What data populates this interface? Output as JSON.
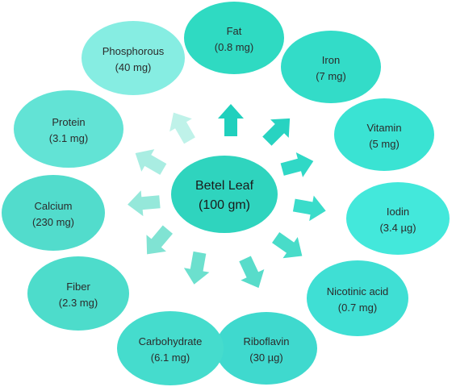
{
  "center": {
    "name": "Betel Leaf",
    "value": "(100 gm)",
    "color": "#2fd4be"
  },
  "nutrients": [
    {
      "name": "Fat",
      "value": "(0.8 mg)",
      "color": "#2fdac2"
    },
    {
      "name": "Iron",
      "value": "(7 mg)",
      "color": "#33dcc8"
    },
    {
      "name": "Vitamin",
      "value": "(5 mg)",
      "color": "#3ae3d3"
    },
    {
      "name": "Iodin",
      "value": "(3.4 µg)",
      "color": "#43e8db"
    },
    {
      "name": "Nicotinic acid",
      "value": "(0.7 mg)",
      "color": "#3fdfd4"
    },
    {
      "name": "Riboflavin",
      "value": "(30 µg)",
      "color": "#3fd9ce"
    },
    {
      "name": "Carbohydrate",
      "value": "(6.1 mg)",
      "color": "#45dccd"
    },
    {
      "name": "Fiber",
      "value": "(2.3 mg)",
      "color": "#4ddccb"
    },
    {
      "name": "Calcium",
      "value": "(230 mg)",
      "color": "#52dccc"
    },
    {
      "name": "Protein",
      "value": "(3.1 mg)",
      "color": "#62e3d5"
    },
    {
      "name": "Phosphorous",
      "value": "(40 mg)",
      "color": "#86ede2"
    }
  ],
  "arrow_colors": [
    "#20d0bd",
    "#28d3c1",
    "#30d8c6",
    "#3adcca",
    "#48dcc9",
    "#58dcca",
    "#6ce0ce",
    "#80e3d3",
    "#95e8da",
    "#a9ede2",
    "#bff2e9"
  ]
}
